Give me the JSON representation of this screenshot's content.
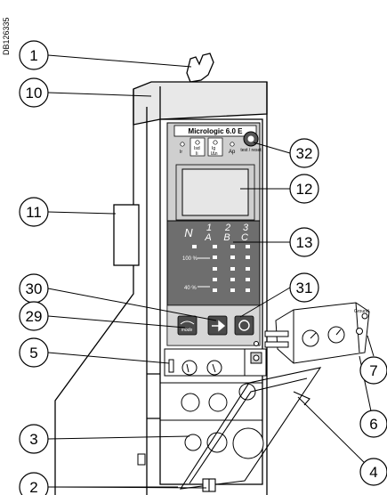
{
  "figure_id": "DB126335",
  "device_label": "Micrologic 6.0 E",
  "test_reset_label": "test / reset",
  "indicator_labels": [
    "Ir",
    "Isd\nIi",
    "Ig\nIΔn",
    "Ap"
  ],
  "phase_labels": {
    "n": "N",
    "p1": "1",
    "pa": "A",
    "p2": "2",
    "pb": "B",
    "p3": "3",
    "pc": "C"
  },
  "percent_labels": {
    "top": "100 %",
    "bottom": "40 %"
  },
  "menu_label": "mode",
  "module_label": "Ground",
  "callouts": {
    "c1": "1",
    "c10": "10",
    "c11": "11",
    "c32": "32",
    "c12": "12",
    "c13": "13",
    "c30": "30",
    "c31": "31",
    "c29": "29",
    "c5": "5",
    "c3": "3",
    "c2": "2",
    "c7": "7",
    "c6": "6",
    "c4": "4"
  }
}
